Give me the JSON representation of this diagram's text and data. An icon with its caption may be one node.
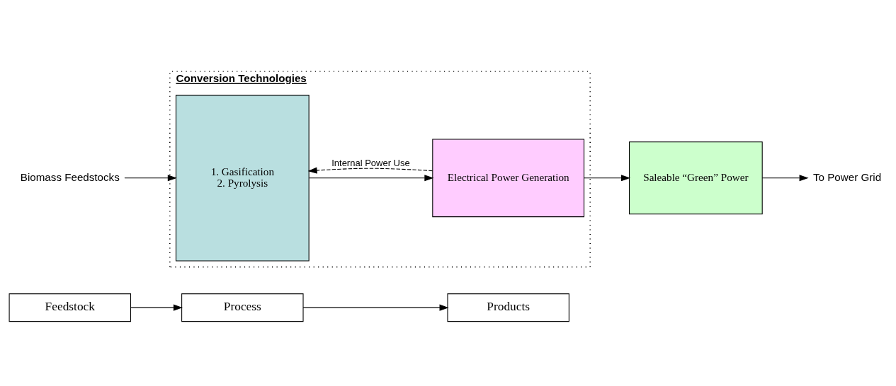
{
  "diagram": {
    "nodes": [
      {
        "text": [
          "Feedstock"
        ]
      },
      {
        "text": [
          "Process"
        ]
      },
      {
        "text": [
          "Products"
        ]
      },
      {
        "text": [
          "Conversion Technologies"
        ]
      },
      {
        "text": [
          "1. Gasification",
          "2. Pyrolysis"
        ],
        "in": 3
      },
      {
        "text": [
          "Electrical Power Generation"
        ],
        "in": 3
      },
      {
        "text": [
          "Saleable “Green” Power"
        ]
      },
      {
        "text": [
          "Biomass Feedstocks"
        ]
      },
      {
        "text": [
          "To Power Grid"
        ]
      }
    ],
    "edges": [
      {
        "from": 0,
        "to": 1,
        "arrow": "to"
      },
      {
        "from": 1,
        "to": 2,
        "arrow": "to"
      },
      {
        "from": 7,
        "to": 4,
        "arrow": "to"
      },
      {
        "from": 4,
        "to": 5,
        "arrow": "to"
      },
      {
        "from": 5,
        "to": 6,
        "arrow": "to"
      },
      {
        "from": 6,
        "to": 8,
        "arrow": "to"
      },
      {
        "from": 5,
        "to": 4,
        "arrow": "to",
        "style": "dashed",
        "label": "Internal Power Use"
      }
    ]
  }
}
